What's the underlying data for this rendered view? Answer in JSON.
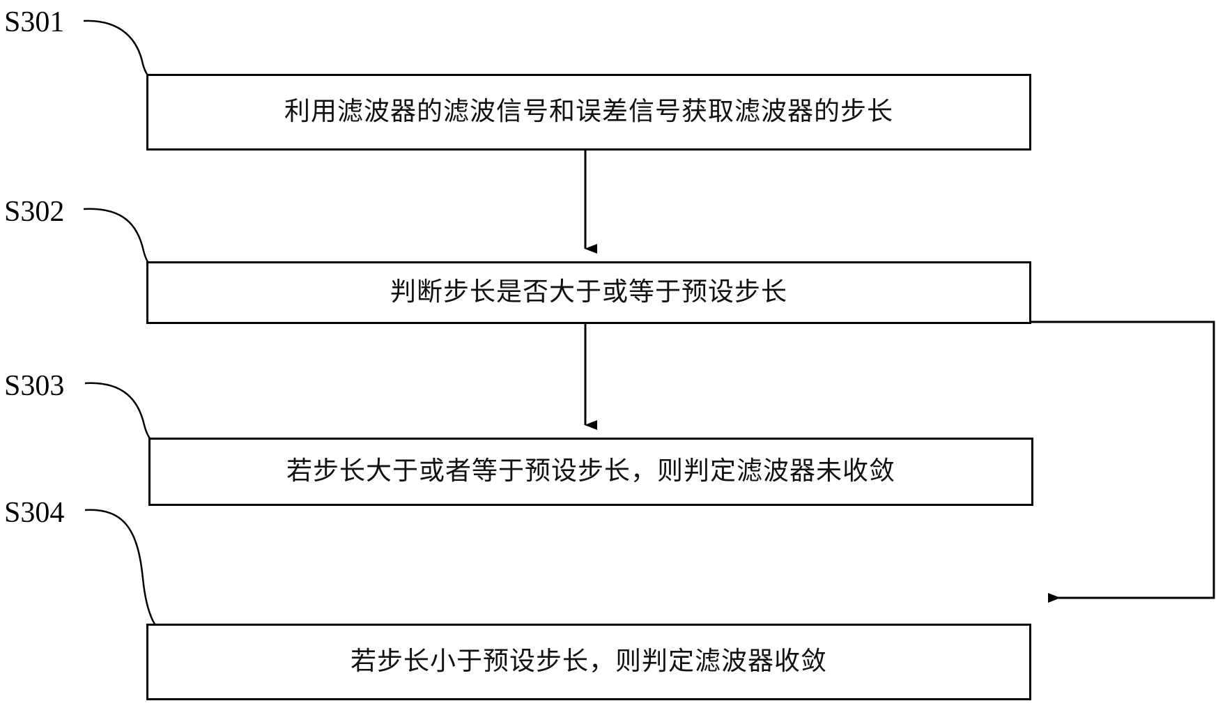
{
  "diagram": {
    "type": "flowchart",
    "orientation": "vertical",
    "language": "zh-CN",
    "line_color": "#000000",
    "background_color": "#ffffff",
    "steps": [
      {
        "tag": "S301",
        "text": "利用滤波器的滤波信号和误差信号获取滤波器的步长"
      },
      {
        "tag": "S302",
        "text": "判断步长是否大于或等于预设步长"
      },
      {
        "tag": "S303",
        "text": "若步长大于或者等于预设步长，则判定滤波器未收敛"
      },
      {
        "tag": "S304",
        "text": "若步长小于预设步长，则判定滤波器收敛"
      }
    ],
    "connectors": [
      {
        "name": "s301-to-s302",
        "from": "S301",
        "to": "S302",
        "style": "straight-down-arrow"
      },
      {
        "name": "s302-to-s303",
        "from": "S302",
        "to": "S303",
        "style": "straight-down-arrow"
      },
      {
        "name": "s302-to-s304-feedback",
        "from": "S302",
        "to": "S304",
        "style": "right-side-loop-arrow"
      }
    ],
    "leaders": [
      {
        "name": "leader-s301",
        "tag": "S301"
      },
      {
        "name": "leader-s302",
        "tag": "S302"
      },
      {
        "name": "leader-s303",
        "tag": "S303"
      },
      {
        "name": "leader-s304",
        "tag": "S304"
      }
    ]
  }
}
